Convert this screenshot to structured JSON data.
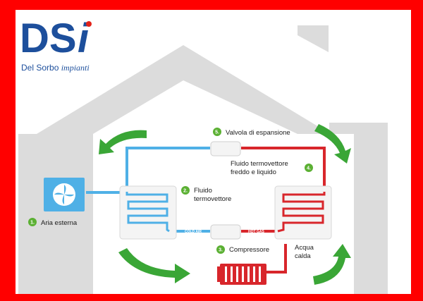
{
  "logo": {
    "brand": "DSi",
    "subtitle_main": "Del Sorbo",
    "subtitle_italic": "impianti"
  },
  "steps": [
    {
      "number": "1.",
      "label": "Aria esterna"
    },
    {
      "number": "2.",
      "label_line1": "Fluido",
      "label_line2": "termovettore"
    },
    {
      "number": "3.",
      "label": "Compressore"
    },
    {
      "number": "4.",
      "label_line1": "Fluido termovettore",
      "label_line2": "freddo e liquido"
    },
    {
      "number": "5.",
      "label": "Valvola di espansione"
    }
  ],
  "water": {
    "line1": "Acqua",
    "line2": "calda"
  },
  "pipe_tags": {
    "cold": "COLD AIR",
    "hot": "HOT GAS"
  },
  "colors": {
    "border": "#ff0000",
    "house": "#dcdcdc",
    "cold_pipe": "#4fb0e6",
    "hot_pipe": "#d8262b",
    "arrow_green": "#3aa636",
    "badge_green": "#5bb033",
    "logo_blue": "#1d4f9c",
    "logo_red": "#e2231a"
  },
  "icons": [
    "fan-icon",
    "radiator-icon",
    "cold-coil-icon",
    "hot-coil-icon",
    "valve-icon",
    "compressor-icon"
  ]
}
